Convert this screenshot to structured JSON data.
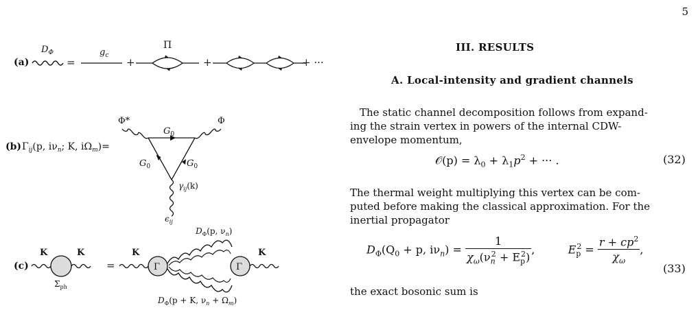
{
  "page_number": "5",
  "figure": {
    "panel_a": {
      "label": "(a)",
      "lhs": "D",
      "lhs_sub": "Φ",
      "gc": "g",
      "gc_sub": "c",
      "pi": "Π",
      "plus": "+",
      "dots": "+ ···"
    },
    "panel_b": {
      "label": "(b)",
      "gamma": "Γ",
      "gamma_sub": "ij",
      "gamma_args": "(p, iν",
      "gamma_args_n": "n",
      "gamma_args_rest": "; K, iΩ",
      "gamma_args_m": "m",
      "gamma_args_close": ")=",
      "phi_star": "Φ*",
      "phi": "Φ",
      "g0": "G",
      "g0_sub": "0",
      "vertex": "γ",
      "vertex_sub": "ij",
      "vertex_arg": "(k)",
      "eps": "ϵ",
      "eps_sub": "ij",
      "prop": "D",
      "prop_sub": "Φ",
      "prop_arg": "(p, ν",
      "prop_arg_sub": "n",
      "prop_arg_close": ")"
    },
    "panel_c": {
      "label": "(c)",
      "k": "K",
      "sigma": "Σ",
      "sigma_sub": "ph",
      "equals": "=",
      "gamma": "Γ",
      "prop": "D",
      "prop_sub": "Φ",
      "prop_arg": "(p + K, ν",
      "prop_arg_sub": "n",
      "prop_arg_close": " + Ω",
      "prop_arg_sub2": "m",
      "prop_arg_end": ")"
    }
  },
  "text": {
    "section_title": "III.    RESULTS",
    "subsection_title": "A.    Local-intensity and gradient channels",
    "para1_l1": "The static channel decomposition follows from expand-",
    "para1_l2": "ing the strain vertex in powers of the internal CDW-",
    "para1_l3": "envelope momentum,",
    "para2_l1": "The thermal weight multiplying this vertex can be com-",
    "para2_l2": "puted before making the classical approximation. For the",
    "para2_l3": "inertial propagator",
    "para3_l1": "the exact bosonic sum is"
  },
  "equations": {
    "eq32_lhs": "𝒪(p) = λ",
    "eq32_sub0": "0",
    "eq32_mid": " + λ",
    "eq32_sub1": "1",
    "eq32_p": "p",
    "eq32_sup": "2",
    "eq32_end": " + ··· .",
    "eq32_num": "(32)",
    "eq33_lhs": "D",
    "eq33_lhs_sub": "Φ",
    "eq33_arg": "(Q",
    "eq33_arg_sub": "0",
    "eq33_arg_rest": " + p, iν",
    "eq33_arg_n": "n",
    "eq33_eq": ") =",
    "eq33_num1": "1",
    "eq33_den_chi": "χ",
    "eq33_den_w": "ω",
    "eq33_den_rest": "(ν",
    "eq33_den_n": "n",
    "eq33_den_sq": "2",
    "eq33_den_plus": " + E",
    "eq33_den_p": "p",
    "eq33_den_sq2": "2",
    "eq33_den_close": ")",
    "eq33_comma": ",",
    "eq33_E": "E",
    "eq33_E_sub": "p",
    "eq33_E_sup": "2",
    "eq33_E_eq": " =",
    "eq33_num2": "r + cp",
    "eq33_num2_sup": "2",
    "eq33_den2": "χ",
    "eq33_den2_sub": "ω",
    "eq33_comma2": ",",
    "eq33_number": "(33)"
  }
}
